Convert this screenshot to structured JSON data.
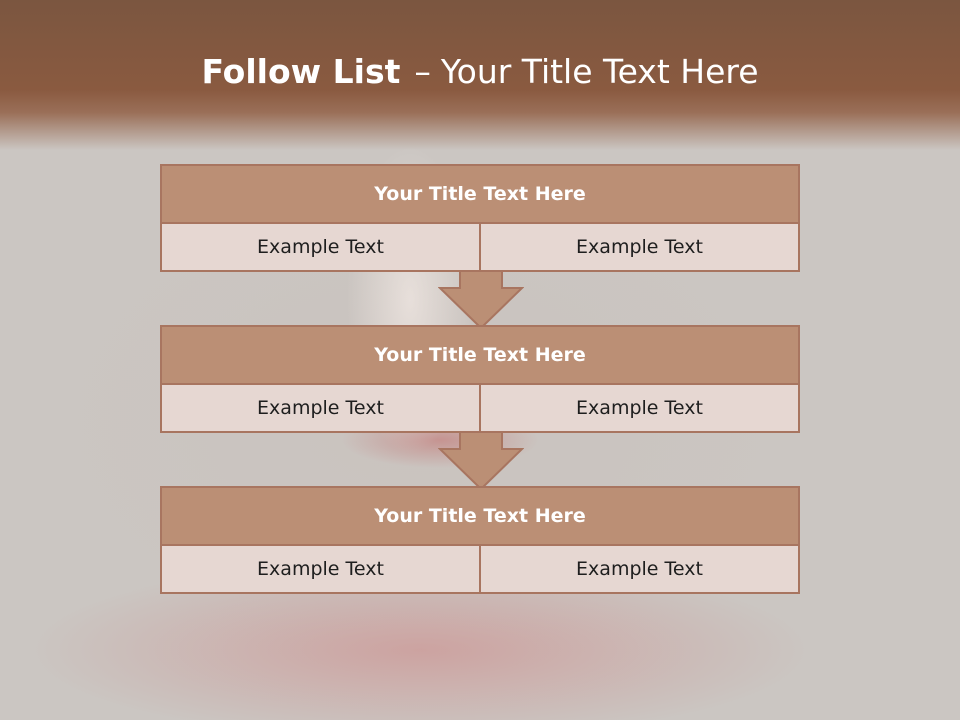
{
  "slide": {
    "title_bold": "Follow List",
    "title_sep": "–",
    "title_rest": "Your Title Text Here"
  },
  "blocks": [
    {
      "title": "Your Title Text Here",
      "left": "Example Text",
      "right": "Example Text"
    },
    {
      "title": "Your Title Text Here",
      "left": "Example Text",
      "right": "Example Text"
    },
    {
      "title": "Your Title Text Here",
      "left": "Example Text",
      "right": "Example Text"
    }
  ],
  "colors": {
    "header_brown": "#8a5a40",
    "block_title_fill": "#bb8f75",
    "block_cell_fill": "#e6d7d2",
    "border": "#a87560",
    "arrow_fill": "#bb8f75"
  }
}
